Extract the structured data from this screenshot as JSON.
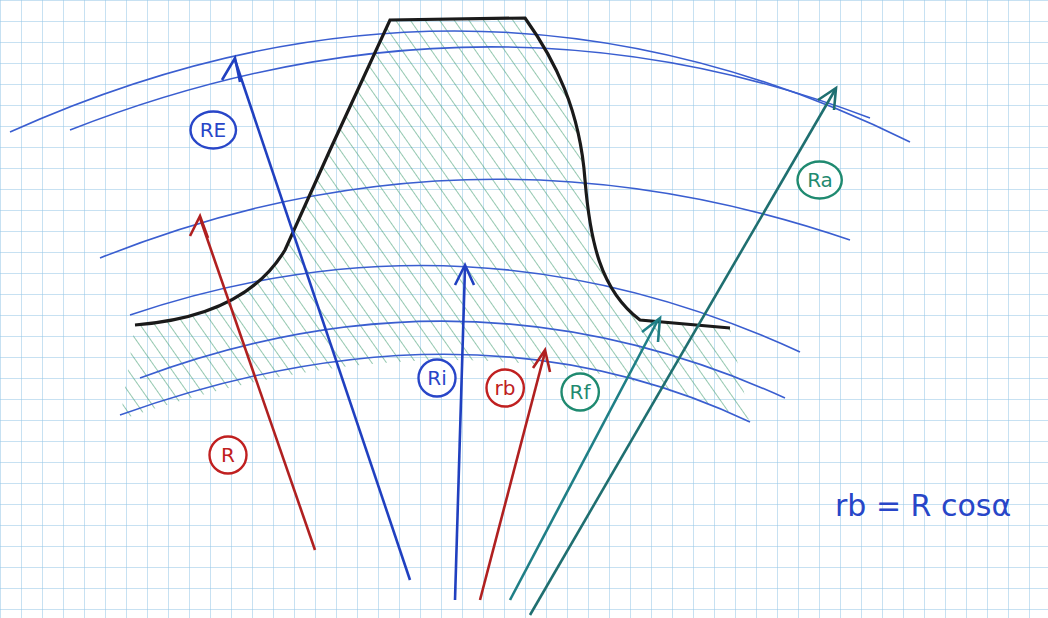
{
  "diagram": {
    "nodes": [
      {
        "text": [
          "RE"
        ]
      },
      {
        "text": [
          "R"
        ]
      },
      {
        "text": [
          "Ri"
        ]
      },
      {
        "text": [
          "rb"
        ]
      },
      {
        "text": [
          "Rf"
        ]
      },
      {
        "text": [
          "Ra"
        ]
      }
    ],
    "labels": [
      "rb = R cosα"
    ]
  }
}
